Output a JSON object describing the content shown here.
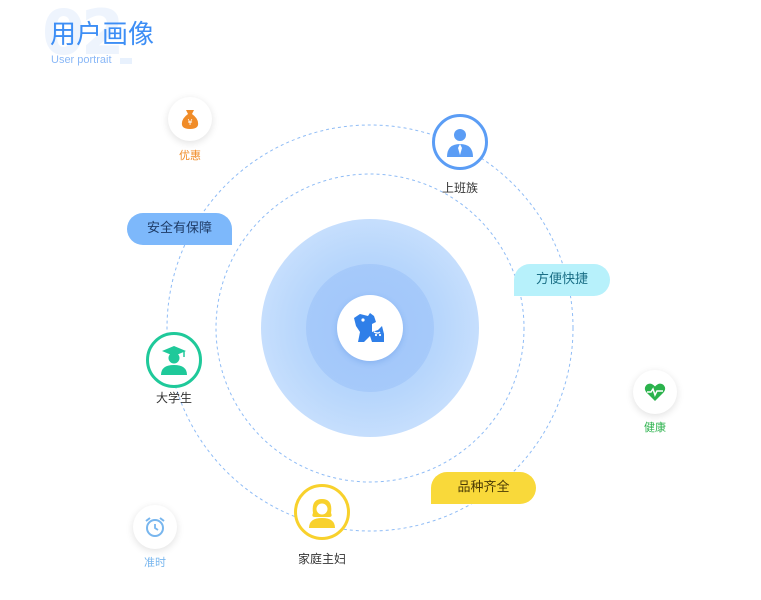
{
  "header": {
    "bg_number": "02",
    "title": "用户画像",
    "subtitle": "User portrait"
  },
  "personas": [
    {
      "label": "上班族",
      "icon": "office-worker-icon",
      "color": "#5b9df5"
    },
    {
      "label": "大学生",
      "icon": "graduate-icon",
      "color": "#1fc99a"
    },
    {
      "label": "家庭主妇",
      "icon": "housewife-icon",
      "color": "#f8d12c"
    }
  ],
  "bubbles": [
    {
      "label": "优惠",
      "icon": "money-bag-icon",
      "color": "#f08c28"
    },
    {
      "label": "健康",
      "icon": "heart-pulse-icon",
      "color": "#2bb24c"
    },
    {
      "label": "准时",
      "icon": "alarm-clock-icon",
      "color": "#78b6ee"
    }
  ],
  "tags": [
    {
      "label": "安全有保障",
      "bg": "#7db8fb",
      "color": "#1e3b66"
    },
    {
      "label": "方便快捷",
      "bg": "#b7f1fb",
      "color": "#1a6f86"
    },
    {
      "label": "品种齐全",
      "bg": "#f9d93a",
      "color": "#4a3a05"
    }
  ],
  "center": {
    "icon": "pets-dog-cat-icon",
    "color": "#2f7fe8"
  }
}
